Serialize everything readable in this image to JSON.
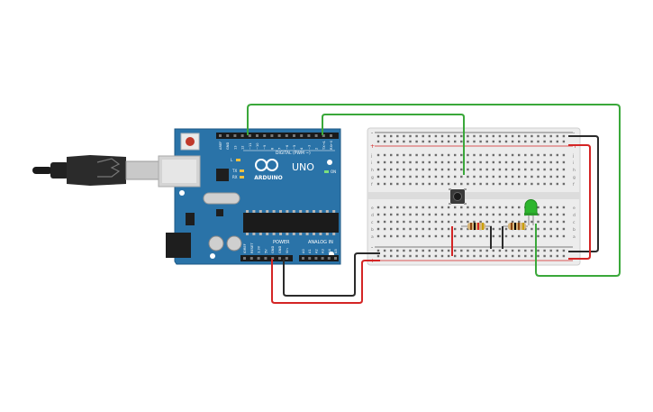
{
  "arduino": {
    "brand_label": "ARDUINO",
    "model_label": "UNO",
    "digital_header_label": "DIGITAL (PWM ~)",
    "power_label": "POWER",
    "analog_label": "ANALOG IN",
    "led_on_label": "ON",
    "led_l_label": "L",
    "led_tx_label": "TX",
    "led_rx_label": "RX",
    "top_pin_labels": [
      "AREF",
      "GND",
      "13",
      "12",
      "~11",
      "~10",
      "~9",
      "8",
      "7",
      "~6",
      "~5",
      "4",
      "~3",
      "2",
      "TX→1",
      "RX←0"
    ],
    "power_pin_labels": [
      "IOREF",
      "RESET",
      "3.3V",
      "5V",
      "GND",
      "GND",
      "Vin"
    ],
    "analog_pin_labels": [
      "A0",
      "A1",
      "A2",
      "A3",
      "A4",
      "A5"
    ]
  },
  "breadboard": {
    "row_letters_top": [
      "j",
      "i",
      "h",
      "g",
      "f"
    ],
    "row_letters_bottom": [
      "e",
      "d",
      "c",
      "b",
      "a"
    ],
    "rail_plus": "+",
    "rail_minus": "-"
  },
  "colors": {
    "board": "#2a73a8",
    "board_dark": "#1f5a86",
    "wire_green": "#3aa83a",
    "wire_red": "#d42525",
    "wire_black": "#333333",
    "led_green": "#2db52d"
  },
  "icons": [
    "usb-cable-icon",
    "reset-button-icon",
    "pushbutton-icon",
    "resistor-icon",
    "led-icon"
  ]
}
